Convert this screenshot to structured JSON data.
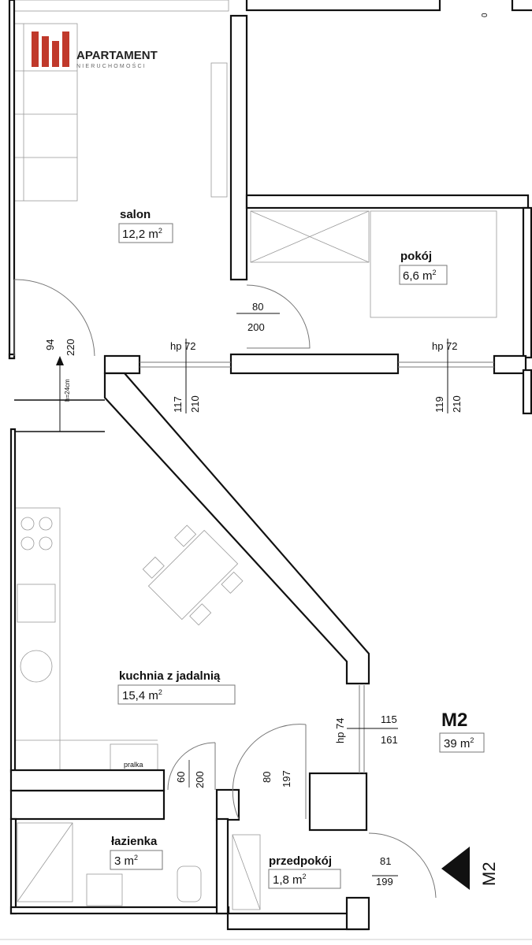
{
  "brand": {
    "name": "APARTAMENT",
    "tagline": "NIERUCHOMOŚCI",
    "color": "#c0392b"
  },
  "rooms": [
    {
      "key": "salon",
      "name": "salon",
      "area": "12,2 m",
      "unit_sup": "2"
    },
    {
      "key": "pokoj",
      "name": "pokój",
      "area": "6,6 m",
      "unit_sup": "2"
    },
    {
      "key": "kuchnia",
      "name": "kuchnia z jadalnią",
      "area": "15,4 m",
      "unit_sup": "2"
    },
    {
      "key": "lazienka",
      "name": "łazienka",
      "area": "3 m",
      "unit_sup": "2"
    },
    {
      "key": "przedpokoj",
      "name": "przedpokój",
      "area": "1,8 m",
      "unit_sup": "2"
    }
  ],
  "unit": {
    "name": "M2",
    "area": "39 m",
    "unit_sup": "2",
    "marker": "M2"
  },
  "dimensions": {
    "door_salon_pokoj_w": "80",
    "door_salon_pokoj_h": "200",
    "win_left_hp": "hp 72",
    "win_left_w": "117",
    "win_left_h": "210",
    "win_right_hp": "hp 72",
    "win_right_w": "119",
    "win_right_h": "210",
    "door_kitchen_w": "94",
    "door_kitchen_h": "220",
    "ceiling_note": "h=24cm",
    "win_center_hp": "hp 74",
    "win_center_w": "115",
    "win_center_h": "161",
    "door_bath_w": "60",
    "door_bath_h": "200",
    "door_hall_w": "80",
    "door_hall_h": "197",
    "door_entry_w": "81",
    "door_entry_h": "199",
    "top_small": "0"
  },
  "fixtures": {
    "washer": "pralka"
  }
}
